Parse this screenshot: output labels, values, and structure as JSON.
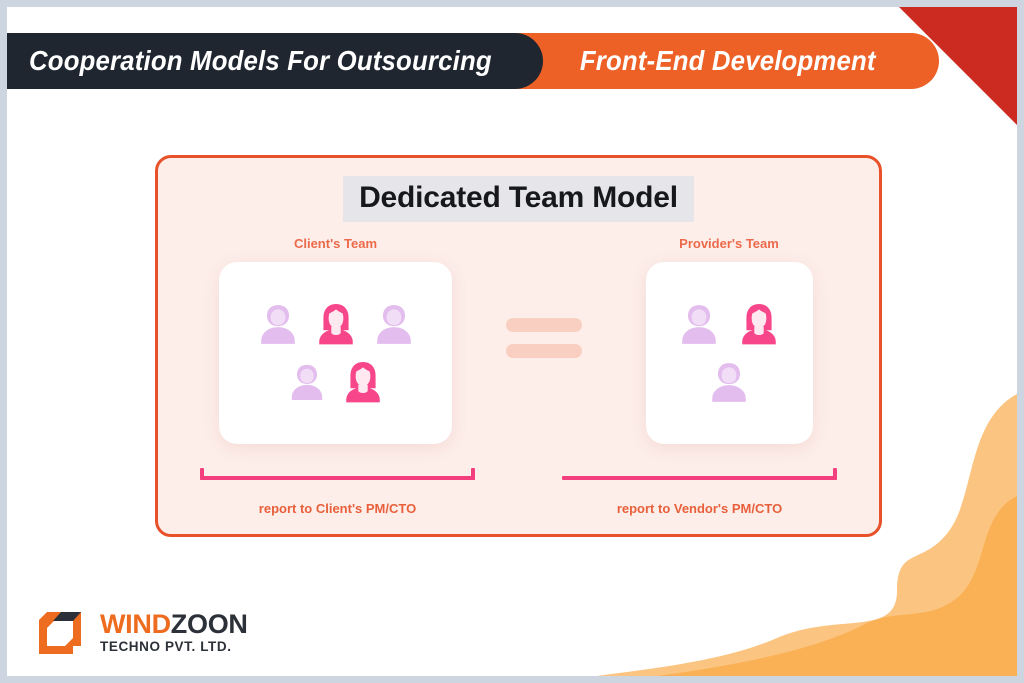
{
  "header": {
    "title_dark": "Cooperation Models For Outsourcing",
    "title_orange": "Front-End Development",
    "dark_color": "#1f2630",
    "orange_color": "#ed6026",
    "corner_accent_color": "#cc2b22"
  },
  "card": {
    "title": "Dedicated Team Model",
    "border_color": "#e8512a",
    "background_color": "#fdeeea",
    "title_highlight_color": "#e6e6ea"
  },
  "teams": {
    "left": {
      "label": "Client's Team",
      "report_label": "report to Client's PM/CTO",
      "member_count": 5,
      "rows": [
        [
          {
            "type": "male",
            "color": "#e3bdee"
          },
          {
            "type": "female",
            "color": "#f7478a"
          },
          {
            "type": "male",
            "color": "#e3bdee"
          }
        ],
        [
          {
            "type": "male",
            "color": "#e3bdee"
          },
          {
            "type": "female",
            "color": "#f7478a"
          }
        ]
      ]
    },
    "right": {
      "label": "Provider's Team",
      "report_label": "report to Vendor's PM/CTO",
      "member_count": 3,
      "rows": [
        [
          {
            "type": "male",
            "color": "#e3bdee"
          },
          {
            "type": "female",
            "color": "#f7478a"
          }
        ],
        [
          {
            "type": "male",
            "color": "#e3bdee"
          }
        ]
      ]
    }
  },
  "connector": {
    "symbol": "equals",
    "color": "#f9cfc2"
  },
  "bracket": {
    "color": "#f43f7f"
  },
  "logo": {
    "name_part1": "WIND",
    "name_part2": "ZOON",
    "subtitle": "TECHNO PVT. LTD.",
    "brand_orange": "#ee6c1f",
    "brand_dark": "#2c3038"
  },
  "decoration": {
    "wave_light": "#fbc480",
    "wave_dark": "#fab155"
  }
}
